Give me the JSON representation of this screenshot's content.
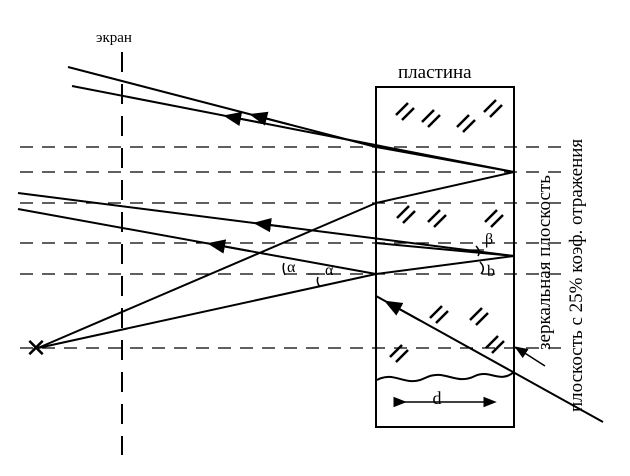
{
  "labels": {
    "screen": "экран",
    "plate": "пластина",
    "mirror_plane": "зеркальная плоскость",
    "partial_plane": "плоскость с 25% коэф. отражения",
    "alpha_1": "α",
    "alpha_2": "α",
    "beta": "β",
    "b": "b",
    "thickness": "d",
    "source": "✕"
  }
}
